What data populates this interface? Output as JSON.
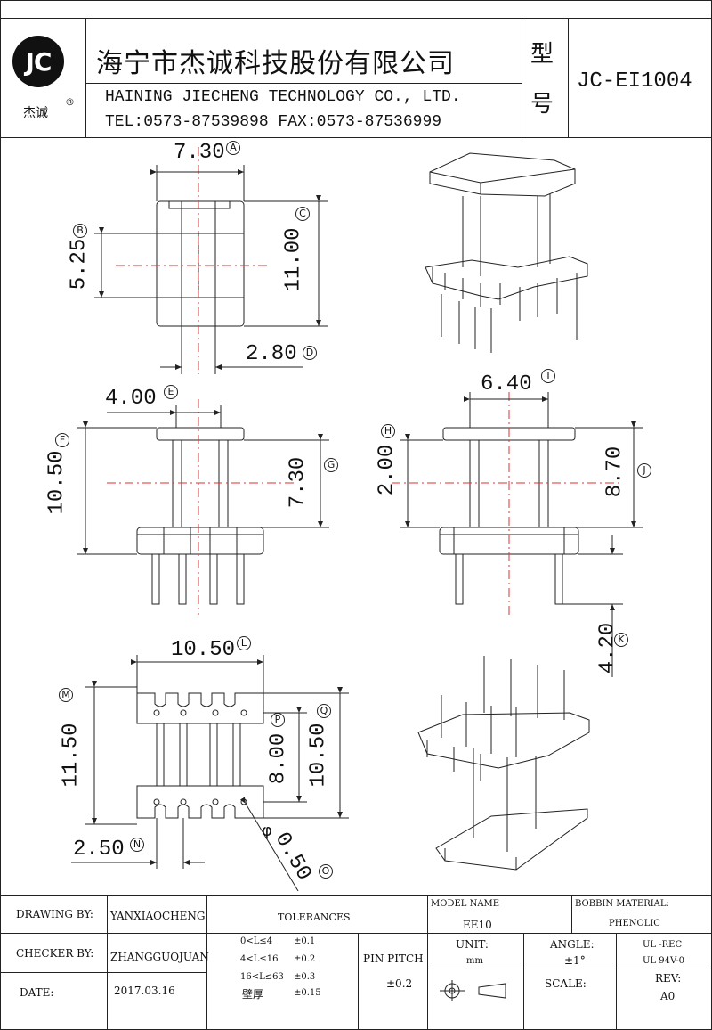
{
  "header": {
    "logo_text": "JC",
    "logo_cn": "杰诚",
    "logo_reg": "®",
    "company_cn": "海宁市杰诚科技股份有限公司",
    "company_en": "HAINING JIECHENG TECHNOLOGY CO., LTD.",
    "tel_fax": "TEL:0573-87539898  FAX:0573-87536999",
    "model_label_1": "型",
    "model_label_2": "号",
    "model_value": "JC-EI1004"
  },
  "dimensions": [
    {
      "id": "A",
      "value": "7.30"
    },
    {
      "id": "B",
      "value": "5.25"
    },
    {
      "id": "C",
      "value": "11.00"
    },
    {
      "id": "D",
      "value": "2.80"
    },
    {
      "id": "E",
      "value": "4.00"
    },
    {
      "id": "F",
      "value": "10.50"
    },
    {
      "id": "G",
      "value": "7.30"
    },
    {
      "id": "H",
      "value": "2.00"
    },
    {
      "id": "I",
      "value": "6.40"
    },
    {
      "id": "J",
      "value": "8.70"
    },
    {
      "id": "K",
      "value": "4.20"
    },
    {
      "id": "L",
      "value": "10.50"
    },
    {
      "id": "M",
      "value": "11.50"
    },
    {
      "id": "N",
      "value": "2.50"
    },
    {
      "id": "O",
      "value": "0.50"
    },
    {
      "id": "P",
      "value": "8.00"
    },
    {
      "id": "Q",
      "value": "10.50"
    }
  ],
  "phi": "φ",
  "table": {
    "drawing_by_label": "DRAWING  BY:",
    "drawing_by": "YANXIAOCHENG",
    "checker_by_label": "CHECKER  BY:",
    "checker_by": "ZHANGGUOJUAN",
    "date_label": "DATE:",
    "date": "2017.03.16",
    "tolerances_label": "TOLERANCES",
    "tol_rows": [
      {
        "range": "0<L≤4",
        "tol": "±0.1"
      },
      {
        "range": "4<L≤16",
        "tol": "±0.2"
      },
      {
        "range": "16<L≤63",
        "tol": "±0.3"
      },
      {
        "range": "壁厚",
        "tol": "±0.15"
      }
    ],
    "pin_pitch_label": "PIN PITCH",
    "pin_pitch_tol": "±0.2",
    "model_name_label": "MODEL NAME",
    "model_name": "EE10",
    "bobbin_material_label": "BOBBIN MATERIAL:",
    "bobbin_material": "PHENOLIC",
    "unit_label": "UNIT:",
    "unit": "mm",
    "angle_label": "ANGLE:",
    "angle": "±1°",
    "ul1": "UL -REC",
    "ul2": "UL  94V-0",
    "scale_label": "SCALE:",
    "rev_label": "REV:",
    "rev": "A0"
  }
}
